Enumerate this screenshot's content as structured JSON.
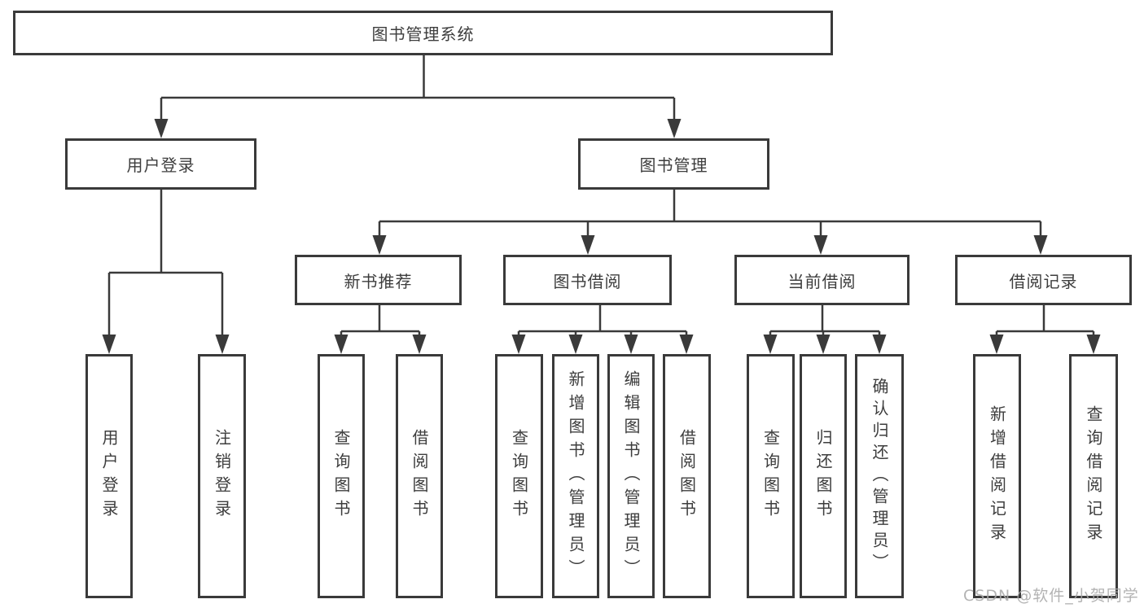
{
  "diagram": {
    "root": "图书管理系统",
    "level2": [
      "用户登录",
      "图书管理"
    ],
    "level3": [
      "新书推荐",
      "图书借阅",
      "当前借阅",
      "借阅记录"
    ],
    "leaves": {
      "user_login": [
        "用户登录",
        "注销登录"
      ],
      "new_books": [
        "查询图书",
        "借阅图书"
      ],
      "book_borrow": [
        "查询图书",
        "新增图书（管理员）",
        "编辑图书（管理员）",
        "借阅图书"
      ],
      "current_borrow": [
        "查询图书",
        "归还图书",
        "确认归还（管理员）"
      ],
      "borrow_records": [
        "新增借阅记录",
        "查询借阅记录"
      ]
    }
  },
  "watermark": "CSDN @软件_小贺同学",
  "colors": {
    "line": "#3a3a3a",
    "text": "#3d3d3d",
    "watermark": "#a8a8a8",
    "background": "#ffffff"
  }
}
